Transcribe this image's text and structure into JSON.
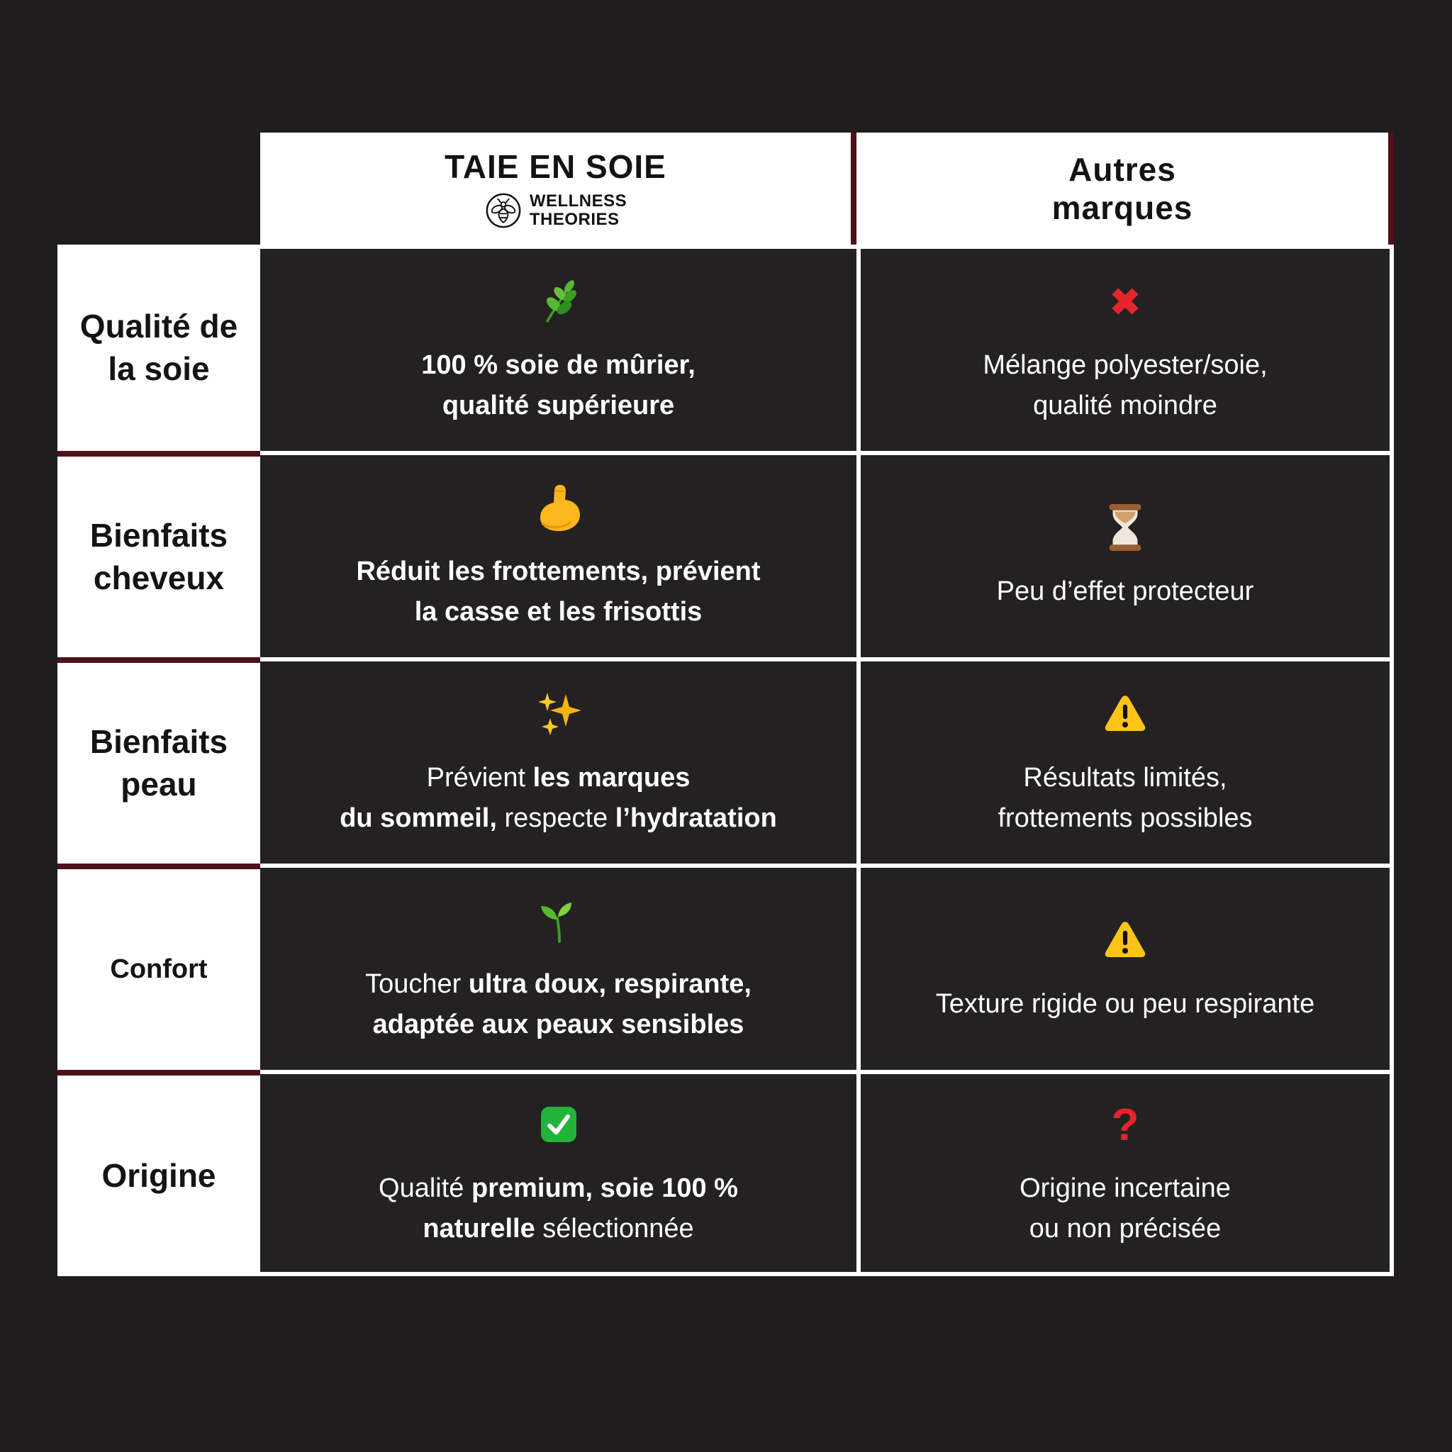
{
  "colors": {
    "background": "#1f1d1e",
    "cell_dark": "#242122",
    "divider_maroon": "#4e1118",
    "border_white": "#ffffff",
    "text_dark": "#151313",
    "text_light": "#ffffff",
    "accent_red": "#e8242b",
    "accent_green": "#23b33a",
    "accent_yellow": "#fcc419"
  },
  "table": {
    "header": {
      "product": {
        "title": "TAIE EN SOIE",
        "logo_icon": "bee-logo-icon",
        "brand": "WELLNESS\nTHEORIES"
      },
      "competitor": {
        "title": "Autres\nmarques"
      }
    },
    "rows": [
      {
        "label": "Qualité de\nla soie",
        "product": {
          "icon": "herb-icon",
          "bold1": "100 % soie de mûrier,\nqualité supérieure"
        },
        "competitor": {
          "icon": "cross-mark-icon",
          "text": "Mélange polyester/soie,\nqualité moindre"
        }
      },
      {
        "label": "Bienfaits\ncheveux",
        "product": {
          "icon": "flexed-biceps-icon",
          "bold1": "Réduit les frottements, prévient\nla casse et les frisottis"
        },
        "competitor": {
          "icon": "hourglass-icon",
          "text": "Peu d’effet protecteur"
        }
      },
      {
        "label": "Bienfaits\npeau",
        "product": {
          "icon": "sparkles-icon",
          "reg1": "Prévient ",
          "bold1": "les marques\ndu sommeil,",
          "reg2": " respecte ",
          "bold2": "l’hydratation"
        },
        "competitor": {
          "icon": "warning-icon",
          "text": "Résultats limités,\nfrottements possibles"
        }
      },
      {
        "label": "Confort",
        "product": {
          "icon": "seedling-icon",
          "reg1": "Toucher ",
          "bold1": "ultra doux, respirante,\nadaptée aux peaux sensibles"
        },
        "competitor": {
          "icon": "warning-icon",
          "text": "Texture rigide ou peu respirante"
        }
      },
      {
        "label": "Origine",
        "product": {
          "icon": "check-mark-icon",
          "reg1": "Qualité ",
          "bold1": "premium, ",
          "bold2": "soie 100 %\nnaturelle",
          "reg3": " sélectionnée"
        },
        "competitor": {
          "icon": "question-mark-icon",
          "text": "Origine incertaine\nou non précisée"
        }
      }
    ]
  }
}
